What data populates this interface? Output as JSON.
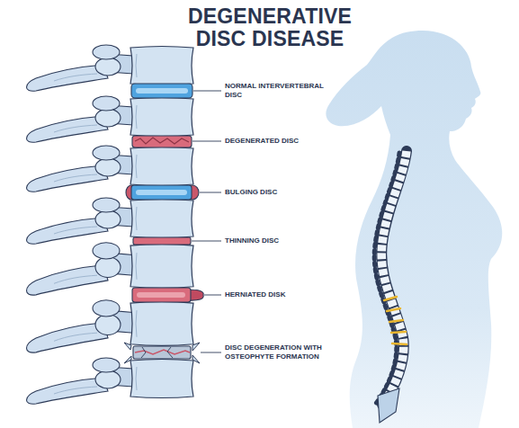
{
  "diagram": {
    "title": "DEGENERATIVE DISC DISEASE",
    "labels": [
      "NORMAL INTERVERTEBRAL DISC",
      "DEGENERATED DISC",
      "BULGING DISC",
      "THINNING DISC",
      "HERNIATED DISK",
      "DISC DEGENERATION WITH OSTEOPHYTE FORMATION"
    ]
  }
}
